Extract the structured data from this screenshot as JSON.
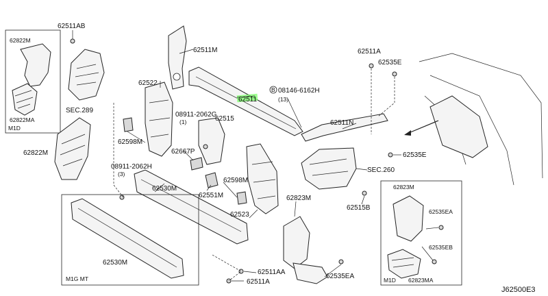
{
  "callouts": {
    "p62511AB": "62511AB",
    "p62822M_box": "62822M",
    "p62822MA": "62822MA",
    "box_m1d_left": "M1D",
    "sec289": "SEC.289",
    "p62822M": "62822M",
    "p62511M": "62511M",
    "p62522": "62522",
    "p62598M_a": "62598M",
    "n08911_g": "08911-2062G",
    "n08911_g_qty": "(1)",
    "p62515": "62515",
    "p62667P": "62667P",
    "n08911_h": "08911-2062H",
    "n08911_h_qty": "(3)",
    "p62530M": "62530M",
    "p62598M_b": "62598M",
    "p62551M": "62551M",
    "p62523": "62523",
    "p62530M_box": "62530M",
    "box_m1g": "M1G MT",
    "p62511": "62511",
    "b08146": "08146-6162H",
    "b08146_qty": "(13)",
    "p62511A_top": "62511A",
    "p62535E_top": "62535E",
    "p62511N": "62511N",
    "p62535E_mid": "62535E",
    "sec260": "SEC.260",
    "p62515B": "62515B",
    "p62823M": "62823M",
    "p62823M_box": "62823M",
    "p62535EA_box": "62535EA",
    "p62535EB": "62535EB",
    "p62823MA": "62823MA",
    "box_m1d_right": "M1D",
    "p62535EA": "62535EA",
    "p62511AA": "62511AA",
    "p62511A_bot": "62511A",
    "diagram_code": "J62500E3"
  }
}
